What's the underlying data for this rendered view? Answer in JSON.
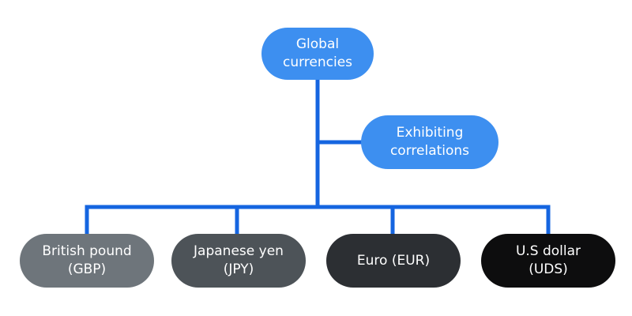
{
  "colors": {
    "connector": "#1565e0",
    "node_blue": "#3d8ff0",
    "leaf_1": "#6e757b",
    "leaf_2": "#4d5358",
    "leaf_3": "#2c2f33",
    "leaf_4": "#0d0d0e",
    "text": "#ffffff"
  },
  "nodes": {
    "root": {
      "label": "Global\ncurrencies"
    },
    "middle": {
      "label": "Exhibiting\ncorrelations"
    },
    "leaves": [
      {
        "label": "British pound\n(GBP)"
      },
      {
        "label": "Japanese yen\n(JPY)"
      },
      {
        "label": "Euro (EUR)"
      },
      {
        "label": "U.S dollar\n(UDS)"
      }
    ]
  }
}
